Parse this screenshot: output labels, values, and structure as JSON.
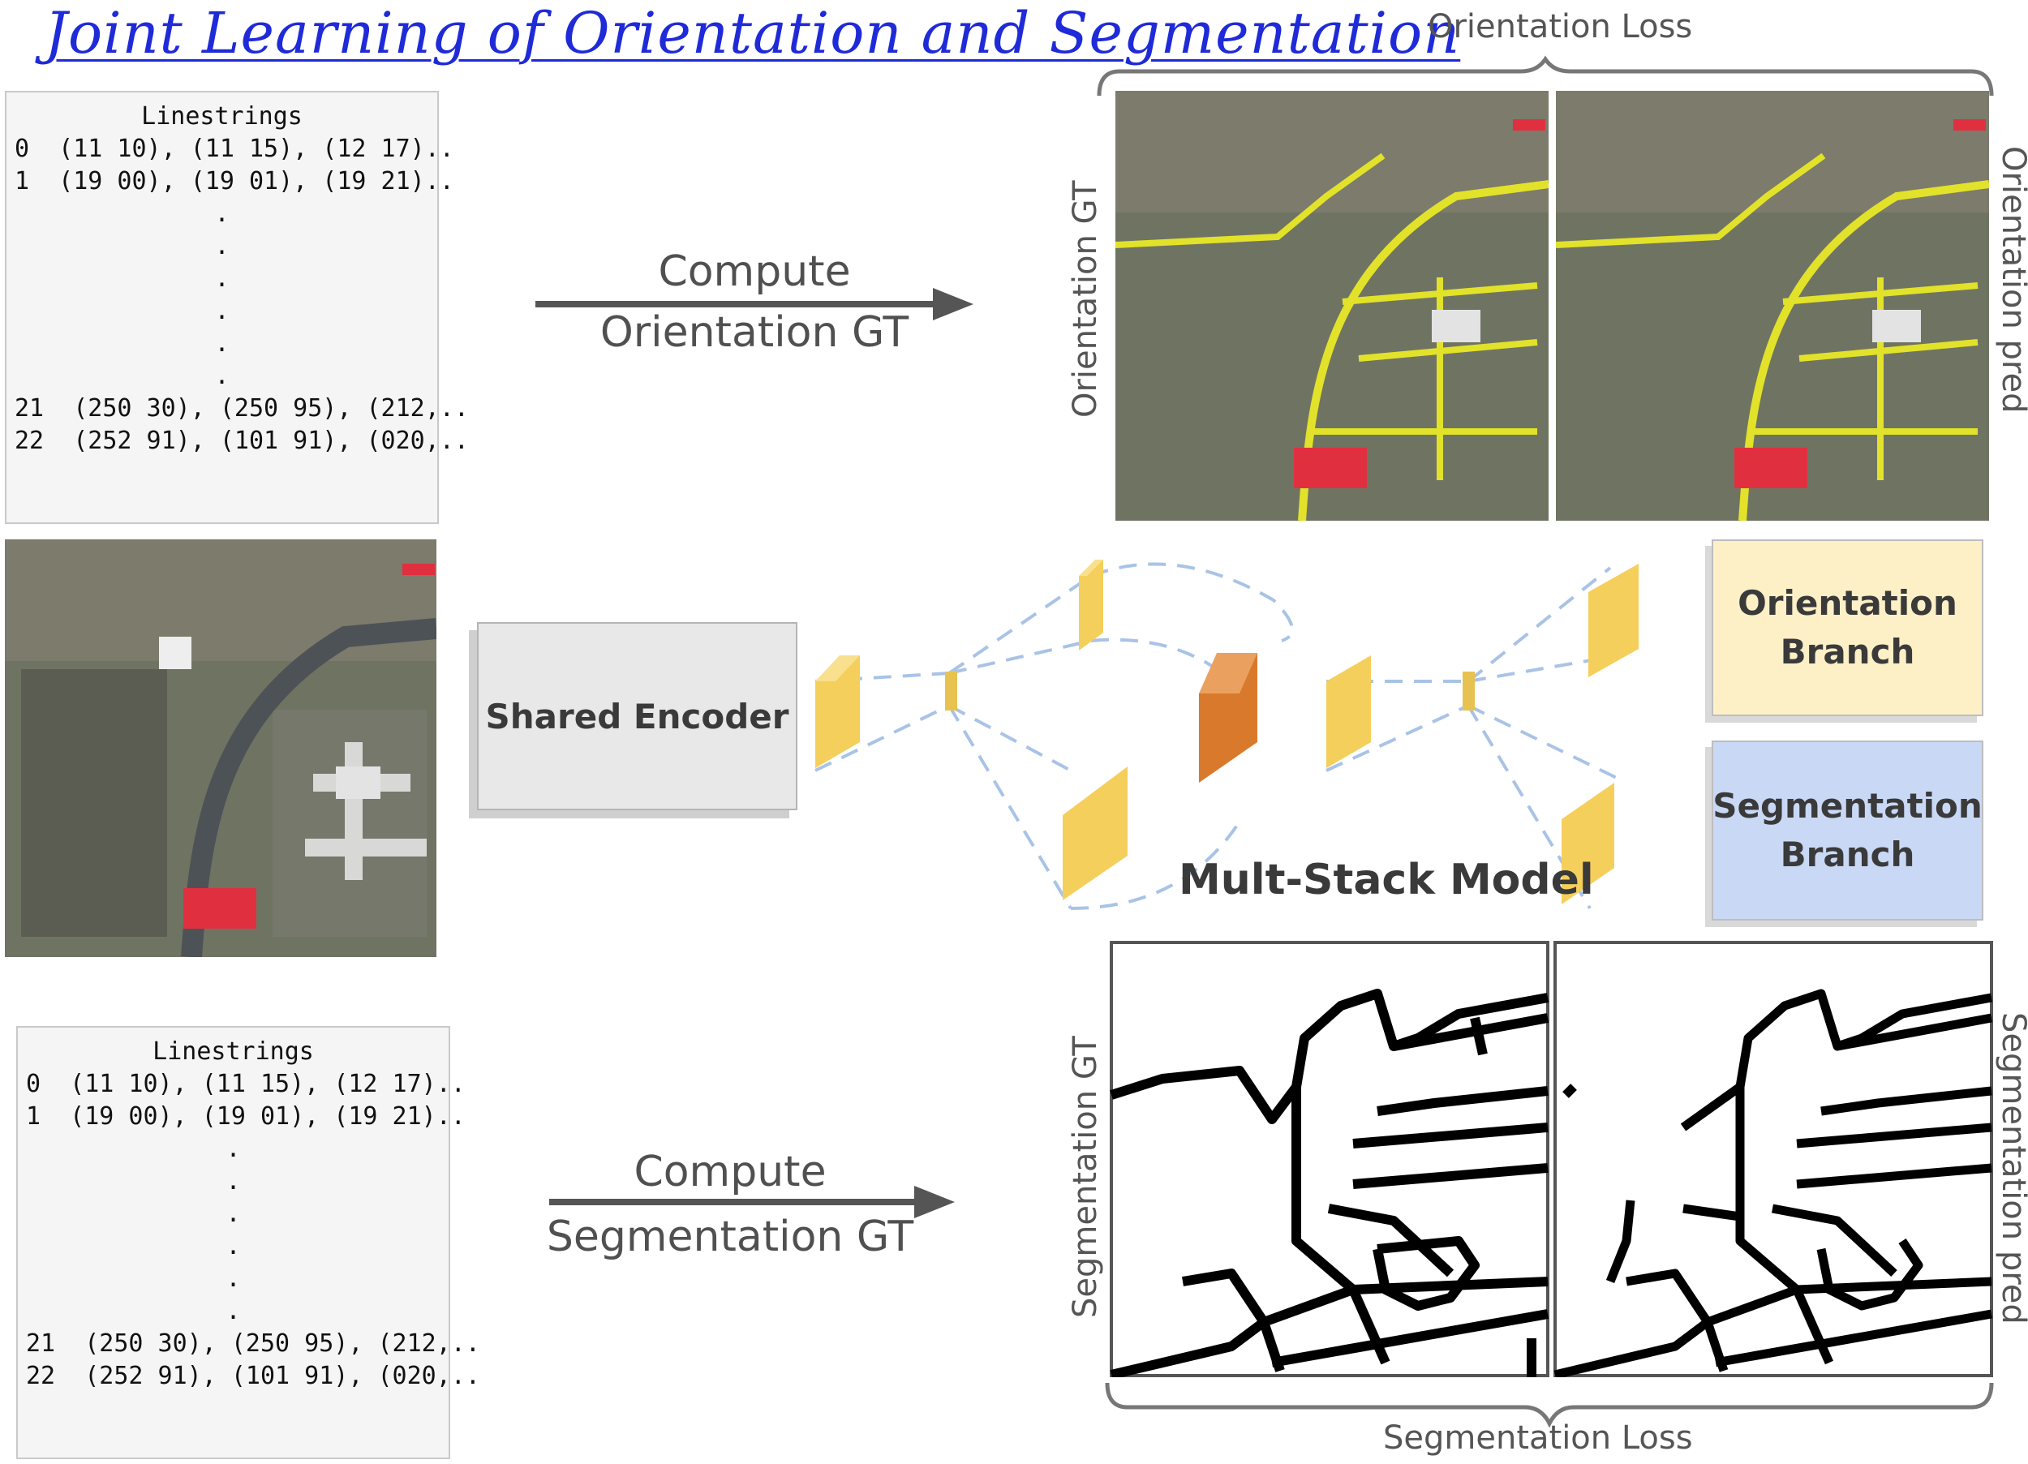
{
  "title": "Joint Learning of Orientation and Segmentation",
  "linestrings_top": {
    "header": "Linestrings",
    "rows": [
      "0  (11 10), (11 15), (12 17)..",
      "1  (19 00), (19 01), (19 21)..",
      "21  (250 30), (250 95), (212,..",
      "22  (252 91), (101 91), (020,.."
    ],
    "ellipsis": "."
  },
  "linestrings_bottom": {
    "header": "Linestrings",
    "rows": [
      "0  (11 10), (11 15), (12 17)..",
      "1  (19 00), (19 01), (19 21)..",
      "21  (250 30), (250 95), (212,..",
      "22  (252 91), (101 91), (020,.."
    ],
    "ellipsis": "."
  },
  "arrow_top": {
    "line1": "Compute",
    "line2": "Orientation GT"
  },
  "arrow_bottom": {
    "line1": "Compute",
    "line2": "Segmentation GT"
  },
  "orientation_loss": "Orientation Loss",
  "segmentation_loss": "Segmentation Loss",
  "orientation_gt": "Orientation GT",
  "orientation_pred": "Orientation pred",
  "segmentation_gt": "Segmentation GT",
  "segmentation_pred": "Segmentation pred",
  "shared_encoder": "Shared Encoder",
  "model_label": "Mult-Stack Model",
  "orientation_branch": {
    "line1": "Orientation",
    "line2": "Branch"
  },
  "segmentation_branch": {
    "line1": "Segmentation",
    "line2": "Branch"
  },
  "colors": {
    "title": "#1f2ad8",
    "orientation_branch_fill": "#fdf0c6",
    "segmentation_branch_fill": "#c9d9f5",
    "block_yellow": "#f5cf5c",
    "block_orange": "#d9792b",
    "dashed_link": "#a9c3e6",
    "orientation_overlay": "#e2e22a",
    "road_red": "#e03040"
  }
}
